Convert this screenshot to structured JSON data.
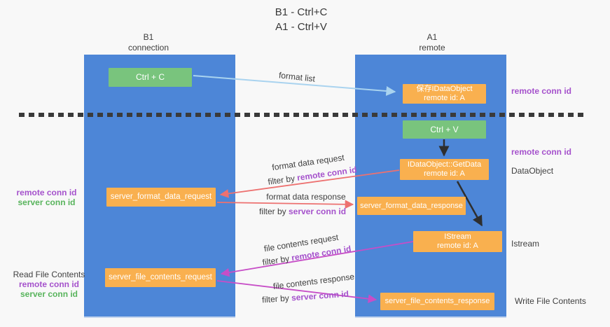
{
  "title": {
    "line1": "B1 - Ctrl+C",
    "line2": "A1 - Ctrl+V"
  },
  "lifelines": {
    "b1": {
      "name": "B1",
      "role": "connection"
    },
    "a1": {
      "name": "A1",
      "role": "remote"
    }
  },
  "nodes": {
    "ctrl_c": {
      "label": "Ctrl + C"
    },
    "save_dataobject": {
      "line1": "保存IDataObject",
      "line2": "remote id: A"
    },
    "ctrl_v": {
      "label": "Ctrl + V"
    },
    "getdata": {
      "line1": "IDataObject::GetData",
      "line2": "remote id: A"
    },
    "format_request": {
      "label": "server_format_data_request"
    },
    "format_response": {
      "label": "server_format_data_response"
    },
    "istream": {
      "line1": "IStream",
      "line2": "remote id: A"
    },
    "file_request": {
      "label": "server_file_contents_request"
    },
    "file_response": {
      "label": "server_file_contents_response"
    }
  },
  "side_labels": {
    "right_remote_conn_id_top": "remote conn id",
    "right_remote_conn_id_mid": "remote conn id",
    "right_dataobject": "DataObject",
    "right_istream": "Istream",
    "right_write_file_contents": "Write File Contents",
    "left_remote_conn_id_top": "remote conn id",
    "left_server_conn_id_top": "server conn id",
    "left_read_file_contents": "Read File Contents",
    "left_remote_conn_id_bottom": "remote conn id",
    "left_server_conn_id_bottom": "server conn id"
  },
  "arrow_labels": {
    "format_list": "format list",
    "format_data_request": "format data request",
    "format_data_response": "format data response",
    "file_contents_request": "file contents request",
    "file_contents_response": "file contents response",
    "filter_by": "filter by ",
    "remote_conn_id": "remote conn id",
    "server_conn_id": "server conn id"
  },
  "colors": {
    "lifeline_blue": "#4d86d7",
    "box_green": "#79c47d",
    "box_orange": "#f9b04f",
    "arrow_light_blue": "#a9d3ef",
    "arrow_red": "#ed7170",
    "arrow_magenta": "#c74ec7",
    "arrow_black": "#2e2e2e",
    "text_purple": "#a552cc",
    "text_green": "#58b45c"
  }
}
